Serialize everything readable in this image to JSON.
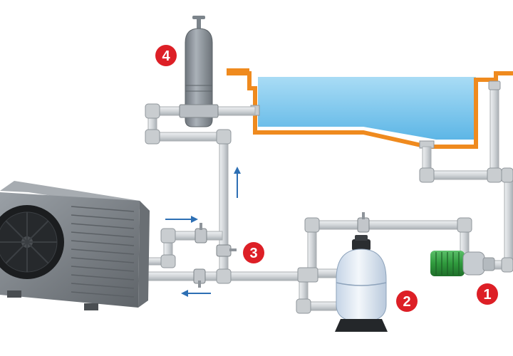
{
  "diagram": {
    "badges": [
      {
        "id": "pump",
        "label": "1"
      },
      {
        "id": "sand-filter",
        "label": "2"
      },
      {
        "id": "valve-bypass",
        "label": "3"
      },
      {
        "id": "chlorinator",
        "label": "4"
      }
    ],
    "colors": {
      "pipe": "#d3d6d8",
      "pipe_edge": "#a9aeb2",
      "water": "#7cc8ee",
      "water_light": "#bfe6f8",
      "pool_rim": "#ef8a1e",
      "badge": "#dd1f26",
      "arrow": "#2d6fb4",
      "pump_green": "#3aa548",
      "heatpump_body": "#7d8186",
      "filter_body": "#dfe9f4",
      "tank_body": "#8c939a"
    },
    "flow_arrows": [
      {
        "id": "into-heat-pump",
        "direction": "right"
      },
      {
        "id": "up-to-pool",
        "direction": "up"
      },
      {
        "id": "out-of-heat-pump",
        "direction": "left"
      }
    ]
  }
}
